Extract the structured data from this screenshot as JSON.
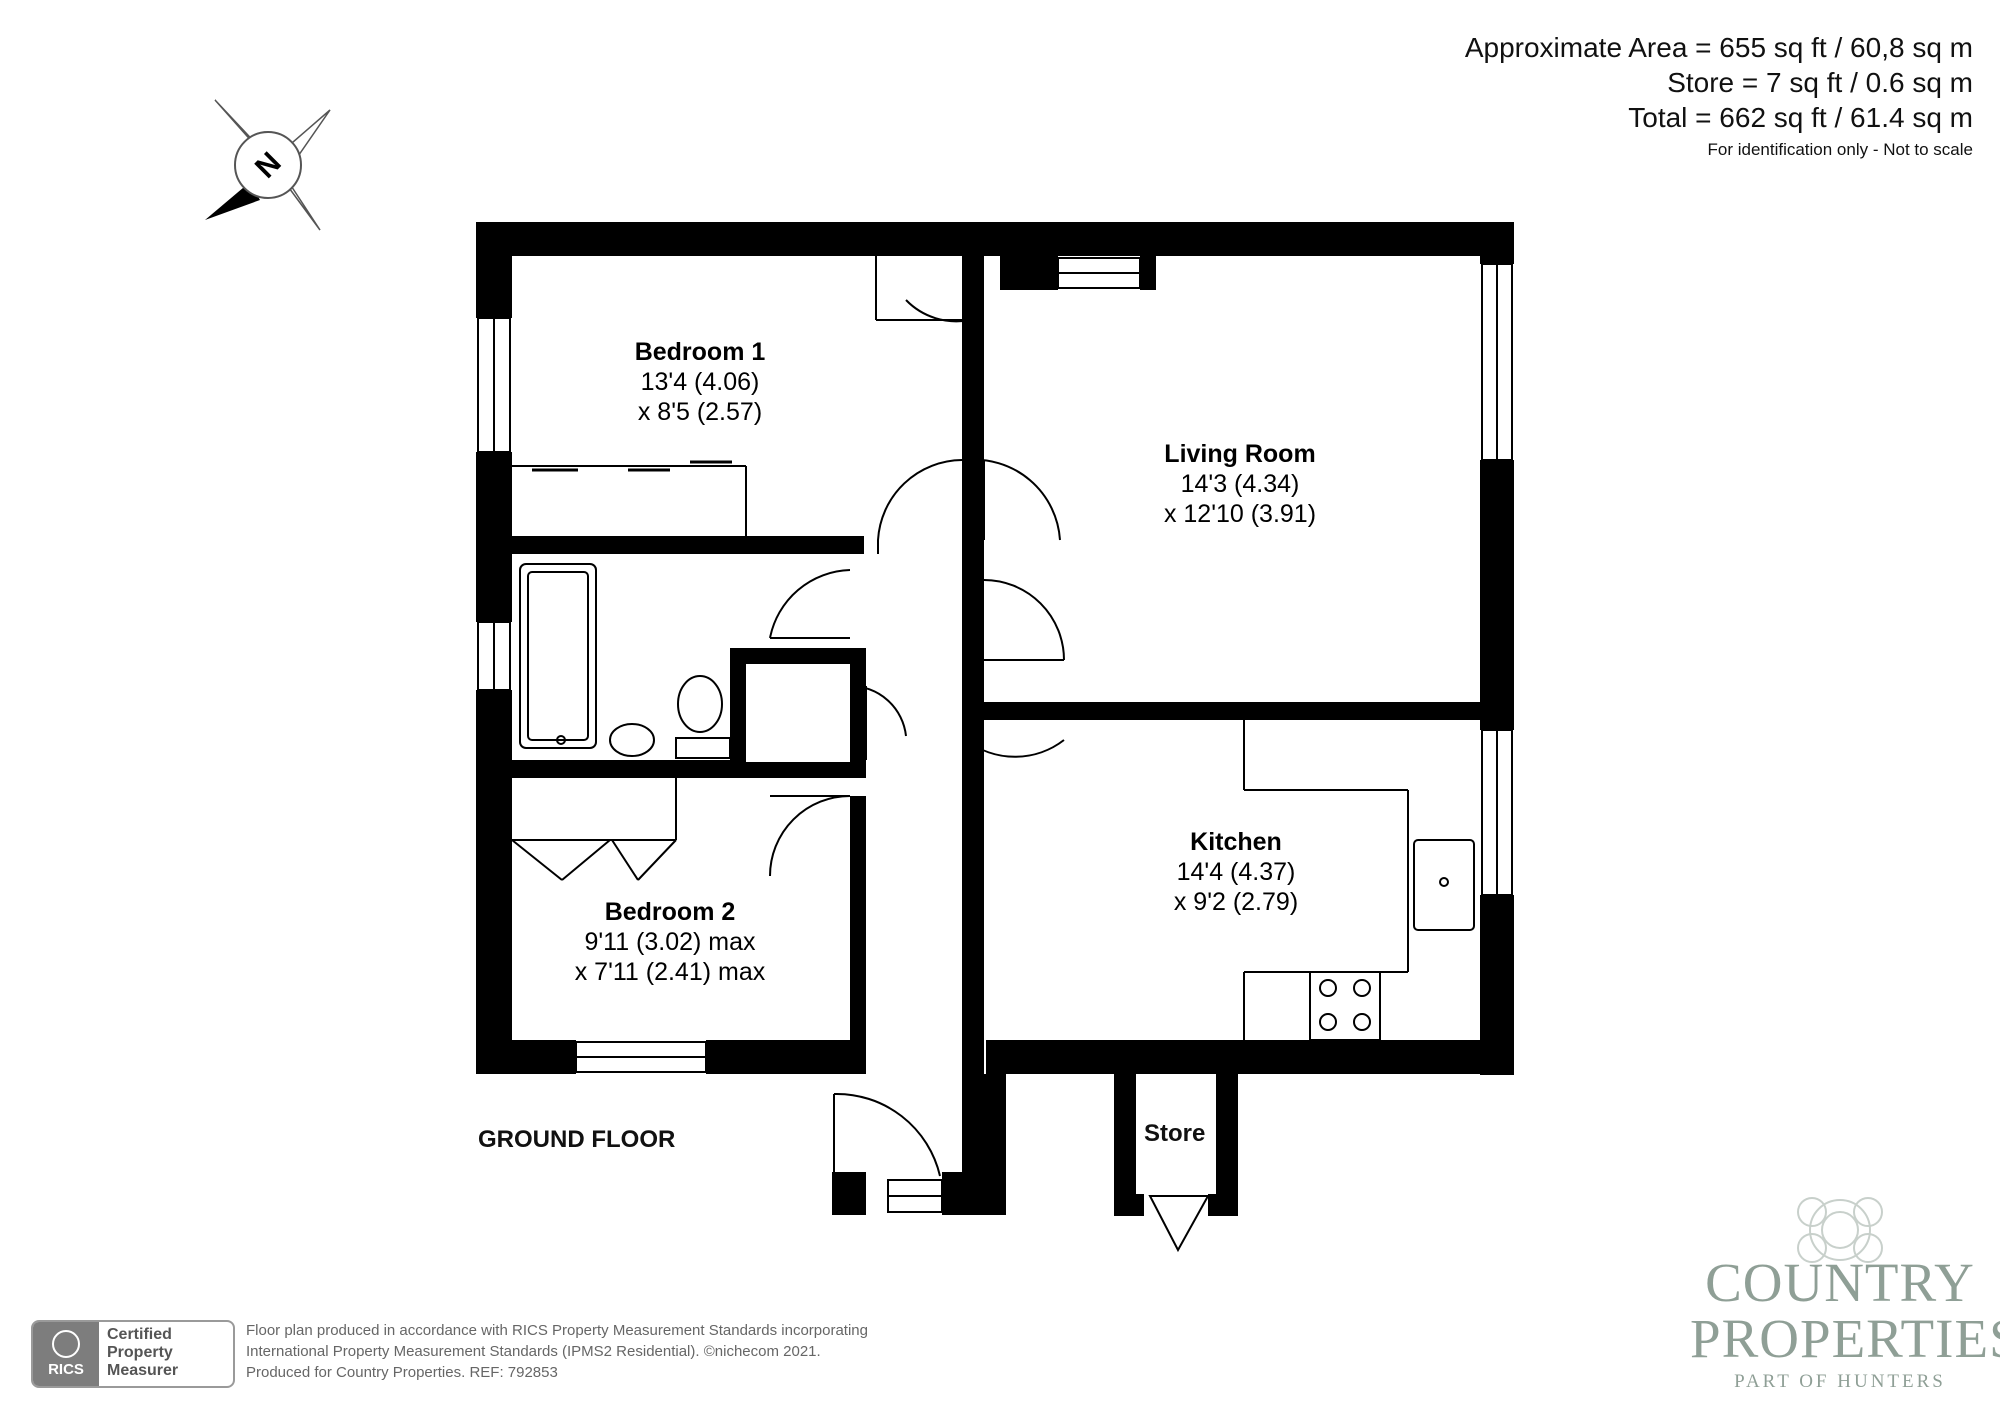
{
  "area_summary": {
    "approximate_area": "Approximate Area = 655 sq ft / 60,8 sq m",
    "store_area": "Store = 7 sq ft / 0.6 sq m",
    "total_area": "Total = 662 sq ft / 61.4 sq m",
    "note": "For identification only - Not to scale"
  },
  "compass": {
    "label": "N",
    "icon": "compass-rose-icon"
  },
  "rooms": {
    "bedroom1": {
      "name": "Bedroom 1",
      "dim1": "13'4 (4.06)",
      "dim2": "x 8'5 (2.57)"
    },
    "living_room": {
      "name": "Living Room",
      "dim1": "14'3 (4.34)",
      "dim2": "x 12'10 (3.91)"
    },
    "kitchen": {
      "name": "Kitchen",
      "dim1": "14'4 (4.37)",
      "dim2": "x 9'2 (2.79)"
    },
    "bedroom2": {
      "name": "Bedroom 2",
      "dim1": "9'11 (3.02) max",
      "dim2": "x 7'11 (2.41) max"
    },
    "store": {
      "name": "Store"
    }
  },
  "floor_label": "GROUND FLOOR",
  "rics_badge": {
    "logo_text": "RICS",
    "line1": "Certified",
    "line2": "Property",
    "line3": "Measurer"
  },
  "footer": {
    "line1": "Floor plan produced in accordance with RICS Property Measurement Standards incorporating",
    "line2": "International Property Measurement Standards (IPMS2 Residential).   ©nichecom 2021.",
    "line3": "Produced for Country Properties.   REF: 792853"
  },
  "brand": {
    "line1": "COUNTRY",
    "line2": "PROPERTIES",
    "tagline": "PART OF HUNTERS"
  },
  "colors": {
    "wall": "#000000",
    "brand": "#8f9f96",
    "text": "#111111"
  }
}
